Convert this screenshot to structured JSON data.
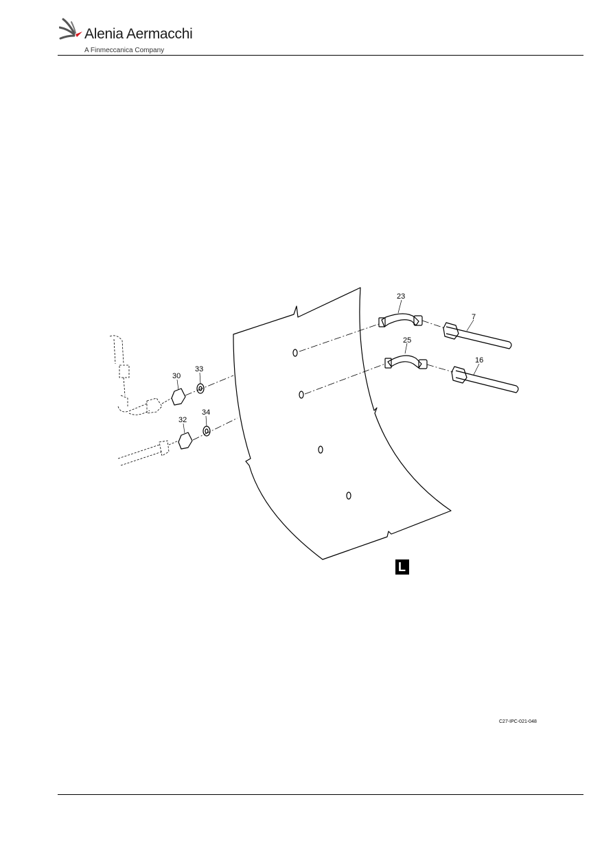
{
  "header": {
    "brand_name": "Alenia Aermacchi",
    "brand_tagline": "A Finmeccanica Company"
  },
  "figure": {
    "callouts": [
      "23",
      "7",
      "25",
      "16",
      "30",
      "33",
      "32",
      "34"
    ],
    "side_indicator": "L",
    "reference": "C27-IPC-021-048"
  },
  "colors": {
    "logo_accent": "#d71920",
    "logo_rays": "#555555"
  }
}
